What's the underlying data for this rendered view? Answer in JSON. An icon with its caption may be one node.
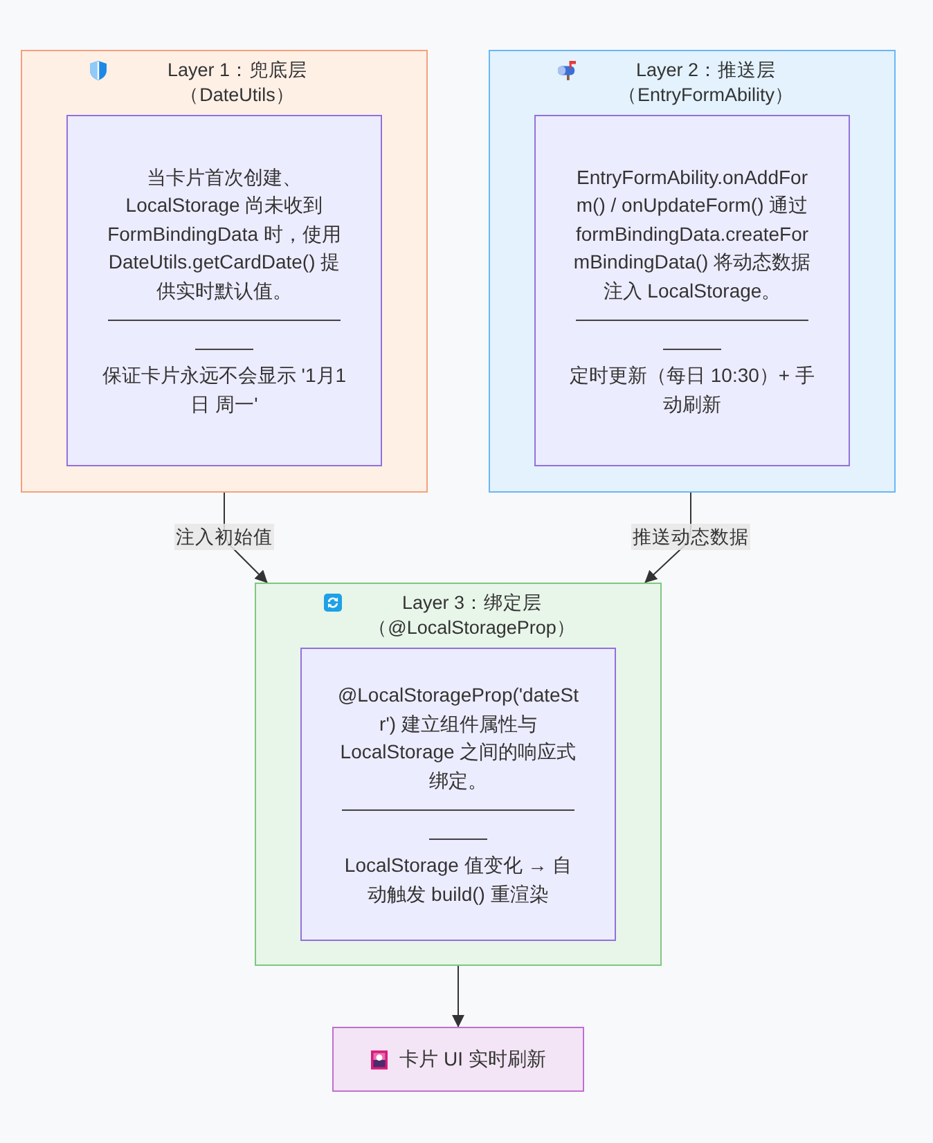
{
  "diagram": {
    "nodes": [
      {
        "text": [
          "Layer 1：兜底层（DateUtils）"
        ]
      },
      {
        "text": [
          "当卡片首次创建、LocalStorage 尚未收到 FormBindingData 时，使用 DateUtils.getCardDate() 提供实时默认值。",
          "———————————————",
          "保证卡片永远不会显示 '1月1日 周一'"
        ],
        "in": 0
      },
      {
        "text": [
          "Layer 2：推送层（EntryFormAbility）"
        ]
      },
      {
        "text": [
          "EntryFormAbility.onAddForm() / onUpdateForm() 通过 formBindingData.createFormBindingData() 将动态数据注入 LocalStorage。",
          "———————————————",
          "定时更新（每日 10:30）+ 手动刷新"
        ],
        "in": 2
      },
      {
        "text": [
          "Layer 3：绑定层（@LocalStorageProp）"
        ]
      },
      {
        "text": [
          "@LocalStorageProp('dateStr') 建立组件属性与 LocalStorage 之间的响应式绑定。",
          "———————————————",
          "LocalStorage 值变化 → 自动触发 build() 重渲染"
        ],
        "in": 4
      },
      {
        "text": [
          "卡片 UI 实时刷新"
        ]
      }
    ],
    "edges": [
      {
        "from": 0,
        "to": 4,
        "arrow": "to",
        "label": "注入初始值"
      },
      {
        "from": 2,
        "to": 4,
        "arrow": "to",
        "label": "推送动态数据"
      },
      {
        "from": 4,
        "to": 6,
        "arrow": "to"
      }
    ]
  }
}
